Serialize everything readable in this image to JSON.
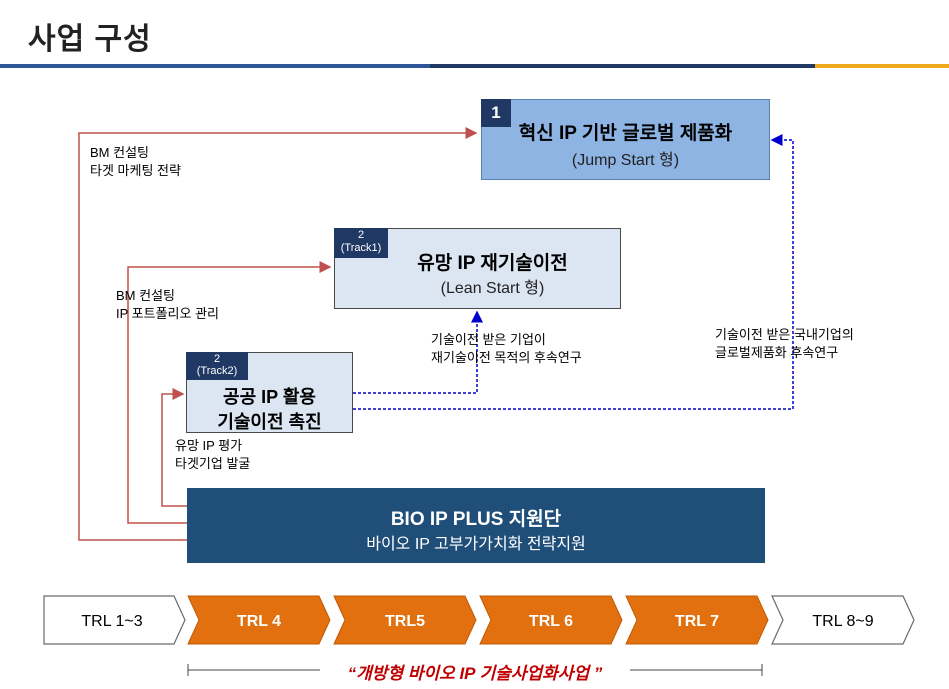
{
  "header": {
    "title": "사업 구성"
  },
  "colors": {
    "accent_blue": "#2e5597",
    "accent_navy": "#1f3864",
    "accent_gold": "#f0a81e",
    "box_blue": "#8db4e2",
    "box_light": "#dce6f2",
    "hub": "#1f4e79",
    "trl_orange": "#e2700f",
    "link_red": "#c0504d",
    "link_blue": "#0000cc"
  },
  "boxes": {
    "box1": {
      "badge": "1",
      "title": "혁신 IP 기반 글로벌 제품화",
      "subtitle": "(Jump Start 형)"
    },
    "box2": {
      "badge_num": "2",
      "badge_track": "(Track1)",
      "title": "유망 IP 재기술이전",
      "subtitle": "(Lean Start 형)"
    },
    "box3": {
      "badge_num": "2",
      "badge_track": "(Track2)",
      "title": "공공 IP 활용",
      "subtitle": "기술이전 촉진"
    },
    "hub": {
      "title": "BIO IP PLUS 지원단",
      "subtitle": "바이오 IP 고부가가치화 전략지원"
    }
  },
  "labels": {
    "bm1_line1": "BM 컨설팅",
    "bm1_line2": "타겟 마케팅 전략",
    "bm2_line1": "BM 컨설팅",
    "bm2_line2": "IP 포트폴리오 관리",
    "ip_line1": "유망 IP 평가",
    "ip_line2": "타겟기업 발굴",
    "tt1_line1": "기술이전 받은 기업이",
    "tt1_line2": "재기술이전 목적의 후속연구",
    "tt2_line1": "기술이전 받은 국내기업의",
    "tt2_line2": "글로벌제품화  후속연구"
  },
  "trl": [
    "TRL 1~3",
    "TRL 4",
    "TRL5",
    "TRL 6",
    "TRL 7",
    "TRL 8~9"
  ],
  "program": "“개방형 바이오 IP 기술사업화사업 ”"
}
